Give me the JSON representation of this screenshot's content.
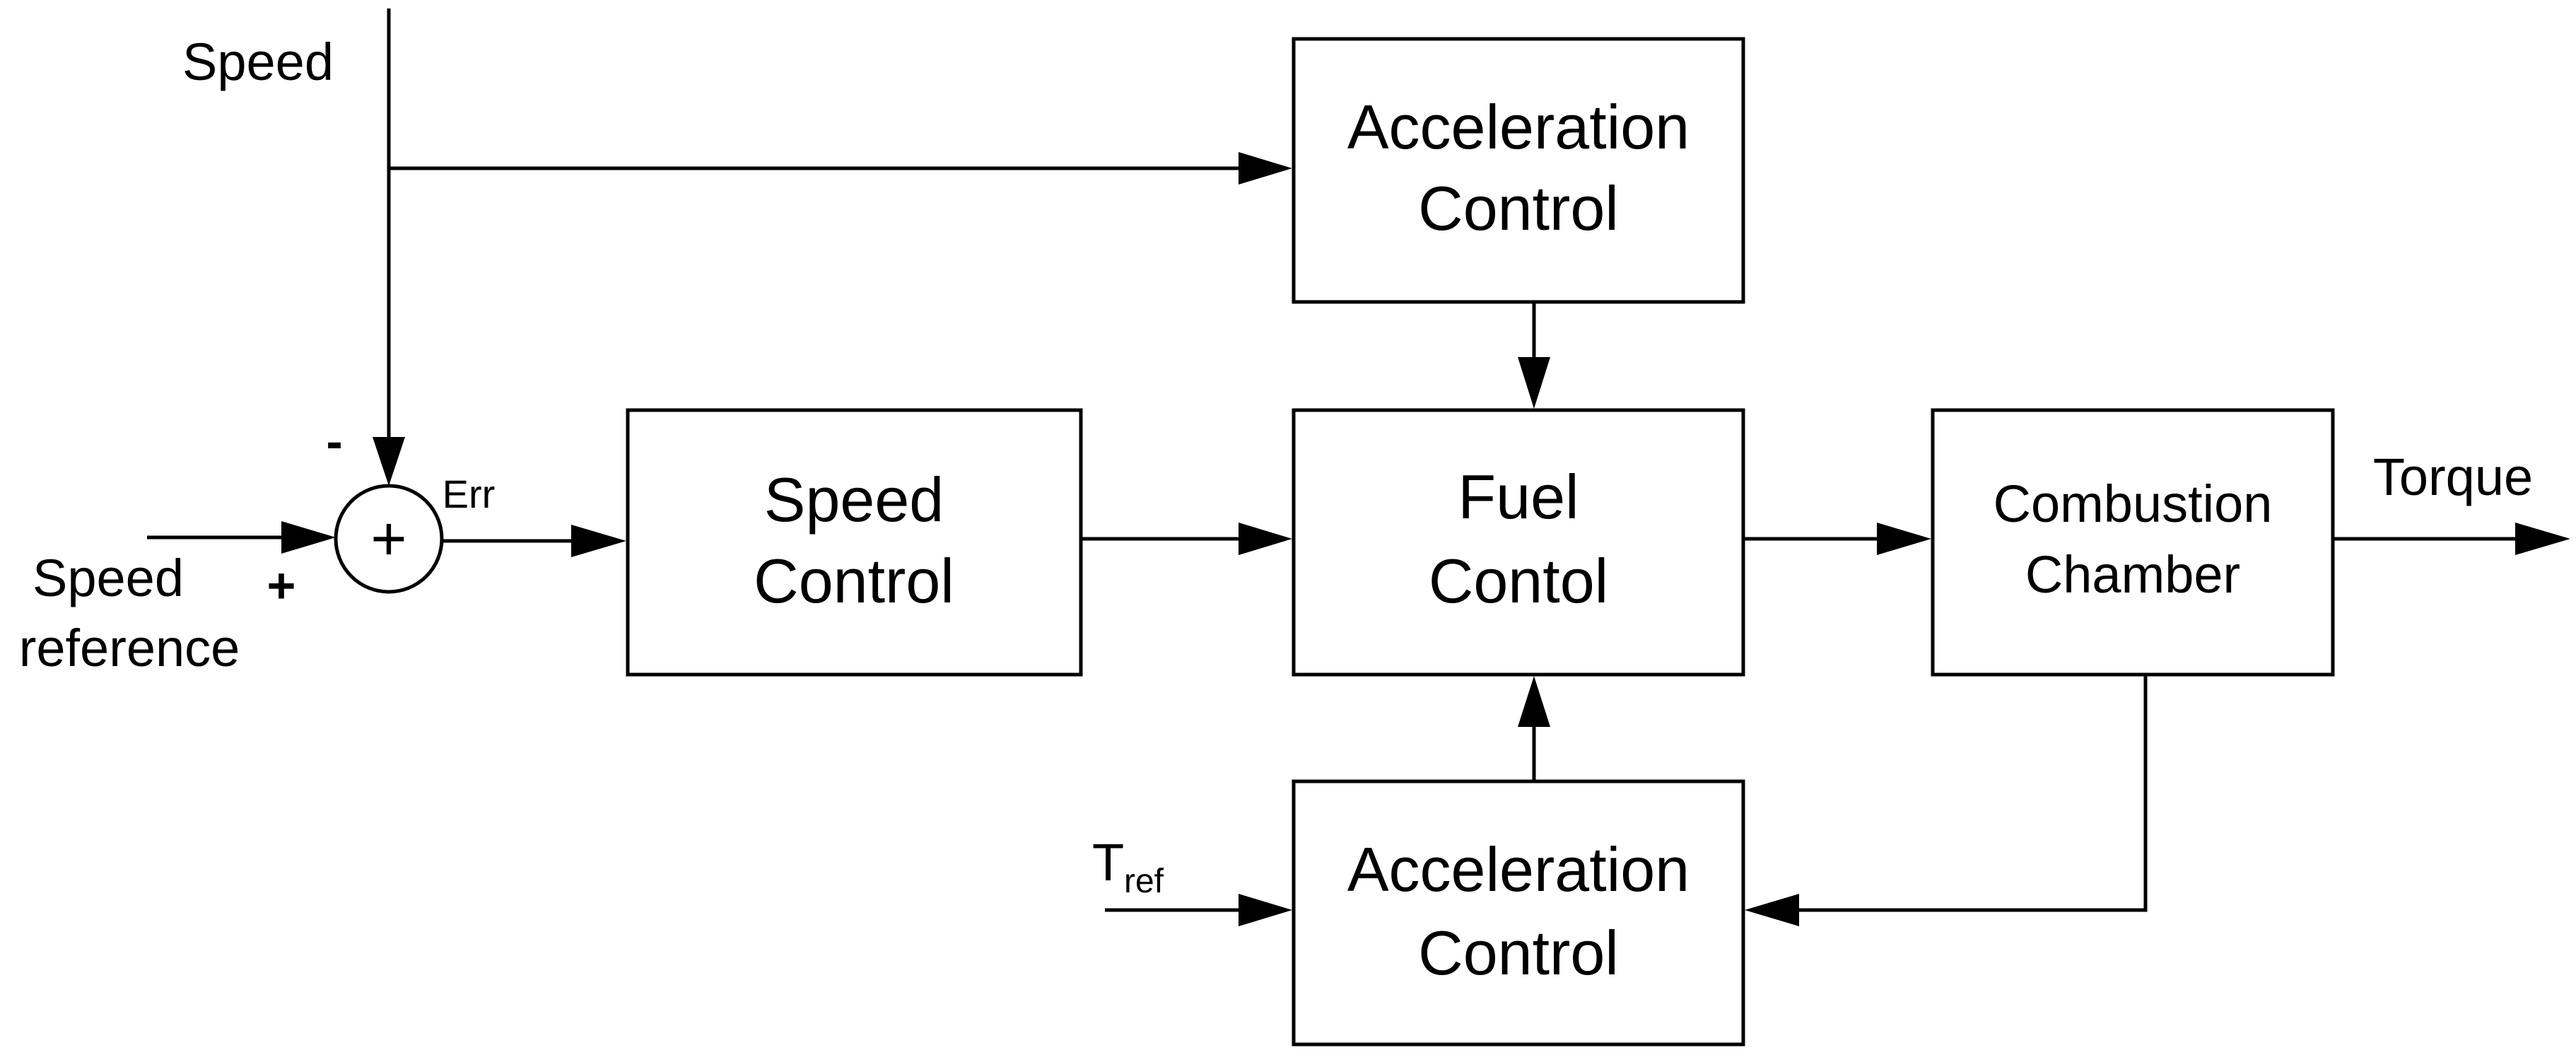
{
  "blocks": {
    "accel_top": {
      "line1": "Acceleration",
      "line2": "Control"
    },
    "speed_control": {
      "line1": "Speed",
      "line2": "Control"
    },
    "fuel_control": {
      "line1": "Fuel",
      "line2": "Contol"
    },
    "combustion": {
      "line1": "Combustion",
      "line2": "Chamber"
    },
    "accel_bottom": {
      "line1": "Acceleration",
      "line2": "Control"
    }
  },
  "summing_junction": {
    "symbol": "+",
    "minus_sign": "-",
    "plus_sign": "+"
  },
  "signals": {
    "speed": "Speed",
    "speed_ref_line1": "Speed",
    "speed_ref_line2": "reference",
    "err": "Err",
    "torque": "Torque",
    "tref_main": "T",
    "tref_sub": "ref"
  }
}
